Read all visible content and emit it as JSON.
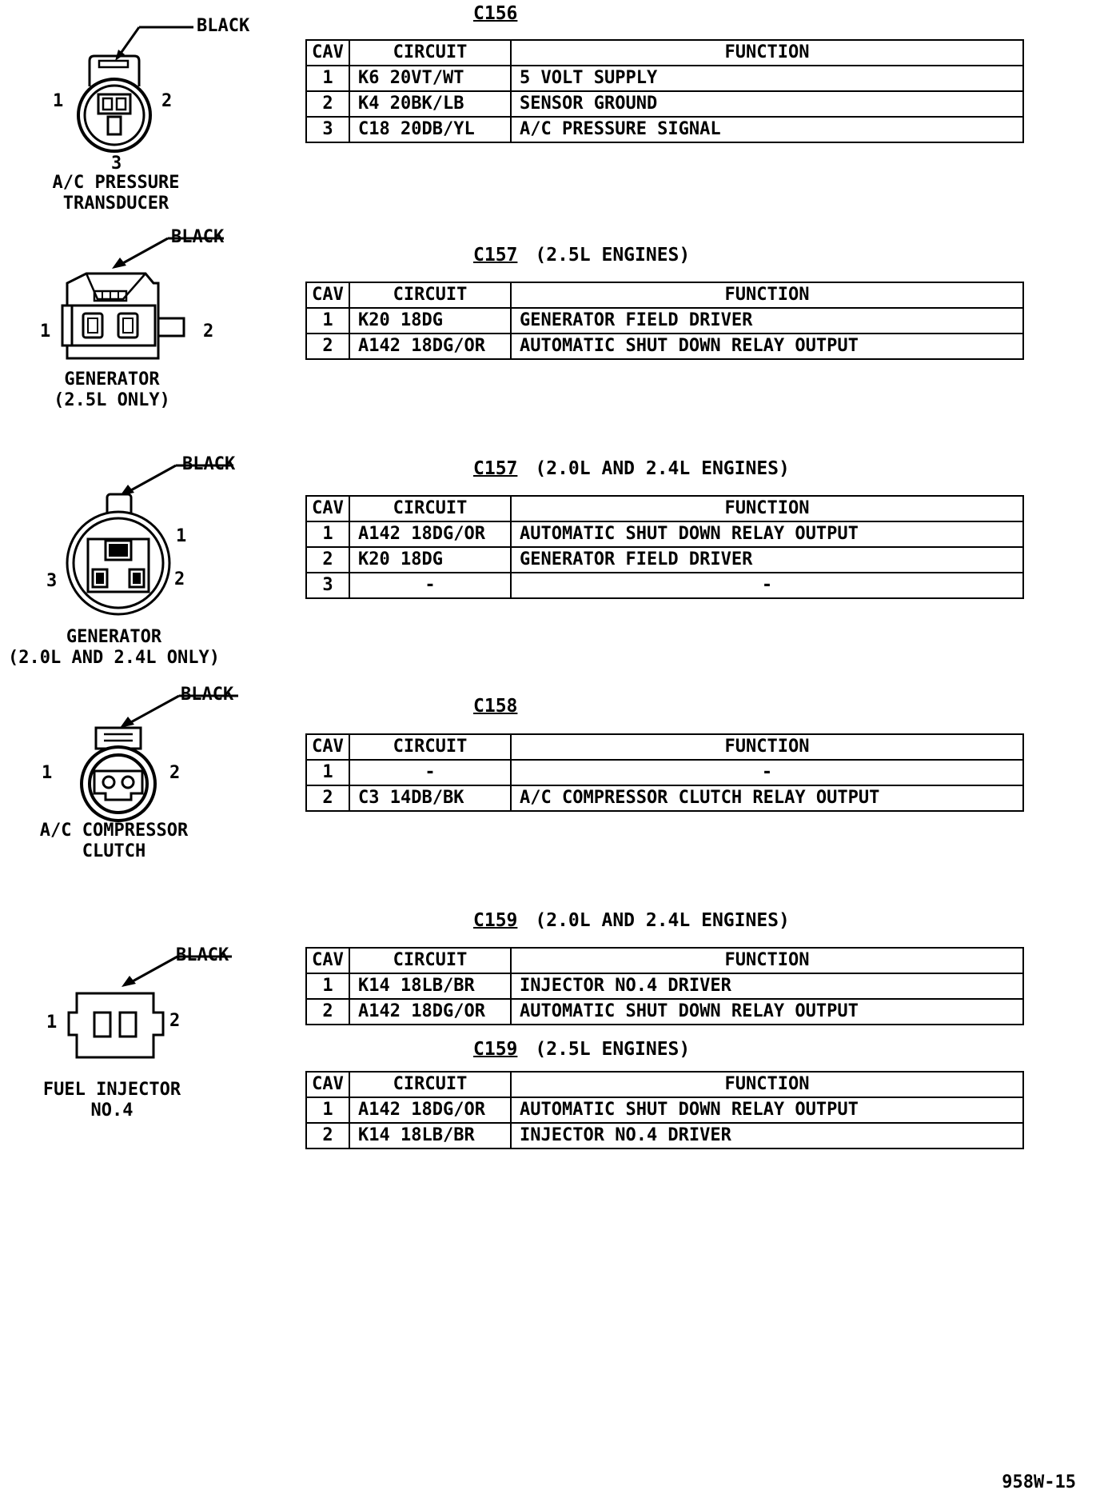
{
  "sections": [
    {
      "id": "c156",
      "title": "C156",
      "subtitle": "",
      "connector": {
        "color_label": "BLACK",
        "name_lines": [
          "A/C PRESSURE",
          "TRANSDUCER"
        ],
        "pins": [
          "1",
          "2",
          "3"
        ]
      },
      "headers": [
        "CAV",
        "CIRCUIT",
        "FUNCTION"
      ],
      "rows": [
        {
          "cav": "1",
          "circuit": "K6 20VT/WT",
          "function": "5 VOLT SUPPLY"
        },
        {
          "cav": "2",
          "circuit": "K4 20BK/LB",
          "function": "SENSOR GROUND"
        },
        {
          "cav": "3",
          "circuit": "C18 20DB/YL",
          "function": "A/C PRESSURE SIGNAL"
        }
      ]
    },
    {
      "id": "c157a",
      "title": "C157",
      "subtitle": "(2.5L ENGINES)",
      "connector": {
        "color_label": "BLACK",
        "name_lines": [
          "GENERATOR",
          "(2.5L ONLY)"
        ],
        "pins": [
          "1",
          "2"
        ]
      },
      "headers": [
        "CAV",
        "CIRCUIT",
        "FUNCTION"
      ],
      "rows": [
        {
          "cav": "1",
          "circuit": "K20 18DG",
          "function": "GENERATOR FIELD DRIVER"
        },
        {
          "cav": "2",
          "circuit": "A142 18DG/OR",
          "function": "AUTOMATIC SHUT DOWN RELAY OUTPUT"
        }
      ]
    },
    {
      "id": "c157b",
      "title": "C157",
      "subtitle": "(2.0L AND 2.4L ENGINES)",
      "connector": {
        "color_label": "BLACK",
        "name_lines": [
          "GENERATOR",
          "(2.0L AND 2.4L ONLY)"
        ],
        "pins": [
          "1",
          "2",
          "3"
        ]
      },
      "headers": [
        "CAV",
        "CIRCUIT",
        "FUNCTION"
      ],
      "rows": [
        {
          "cav": "1",
          "circuit": "A142 18DG/OR",
          "function": "AUTOMATIC SHUT DOWN RELAY OUTPUT"
        },
        {
          "cav": "2",
          "circuit": "K20 18DG",
          "function": "GENERATOR FIELD DRIVER"
        },
        {
          "cav": "3",
          "circuit": "-",
          "function": "-"
        }
      ]
    },
    {
      "id": "c158",
      "title": "C158",
      "subtitle": "",
      "connector": {
        "color_label": "BLACK",
        "name_lines": [
          "A/C COMPRESSOR",
          "CLUTCH"
        ],
        "pins": [
          "1",
          "2"
        ]
      },
      "headers": [
        "CAV",
        "CIRCUIT",
        "FUNCTION"
      ],
      "rows": [
        {
          "cav": "1",
          "circuit": "-",
          "function": "-"
        },
        {
          "cav": "2",
          "circuit": "C3 14DB/BK",
          "function": "A/C COMPRESSOR CLUTCH RELAY OUTPUT"
        }
      ]
    },
    {
      "id": "c159a",
      "title": "C159",
      "subtitle": "(2.0L AND 2.4L ENGINES)",
      "connector": {
        "color_label": "BLACK",
        "name_lines": [
          "FUEL INJECTOR",
          "NO.4"
        ],
        "pins": [
          "1",
          "2"
        ]
      },
      "headers": [
        "CAV",
        "CIRCUIT",
        "FUNCTION"
      ],
      "rows": [
        {
          "cav": "1",
          "circuit": "K14 18LB/BR",
          "function": "INJECTOR NO.4 DRIVER"
        },
        {
          "cav": "2",
          "circuit": "A142 18DG/OR",
          "function": "AUTOMATIC SHUT DOWN RELAY OUTPUT"
        }
      ]
    },
    {
      "id": "c159b",
      "title": "C159",
      "subtitle": "(2.5L ENGINES)",
      "headers": [
        "CAV",
        "CIRCUIT",
        "FUNCTION"
      ],
      "rows": [
        {
          "cav": "1",
          "circuit": "A142 18DG/OR",
          "function": "AUTOMATIC SHUT DOWN RELAY OUTPUT"
        },
        {
          "cav": "2",
          "circuit": "K14 18LB/BR",
          "function": "INJECTOR NO.4 DRIVER"
        }
      ]
    }
  ],
  "footer": {
    "figure_code": "958W-15"
  }
}
